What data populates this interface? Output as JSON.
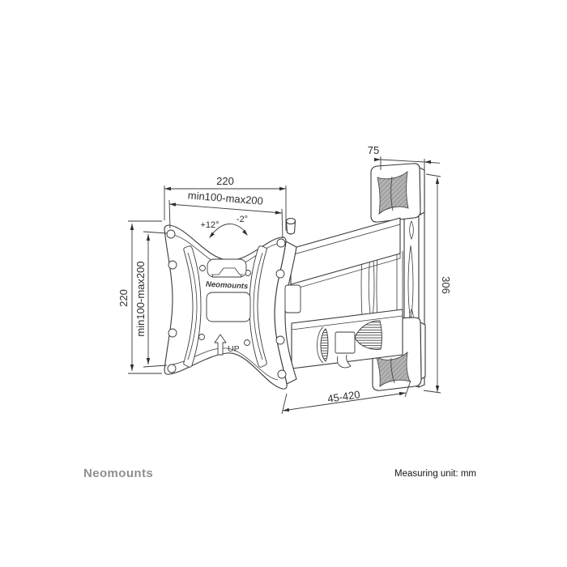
{
  "footer": {
    "brand": "Neomounts",
    "measuring_unit": "Measuring unit: mm"
  },
  "drawing": {
    "plate": {
      "brand_label": "Neomounts",
      "up_label": "UP"
    },
    "dimensions": {
      "top_width": "220",
      "top_hole_range": "min100-max200",
      "tilt_up": "+12°",
      "tilt_down": "-2°",
      "left_height": "220",
      "left_hole_range": "min100-max200",
      "wall_plate_depth": "75",
      "wall_plate_height": "306",
      "extension_range": "45-420"
    }
  },
  "colors": {
    "line": "#3a3a3a",
    "hatch_gray": "#b0b0b0",
    "logo_gray": "#8f8f94"
  }
}
